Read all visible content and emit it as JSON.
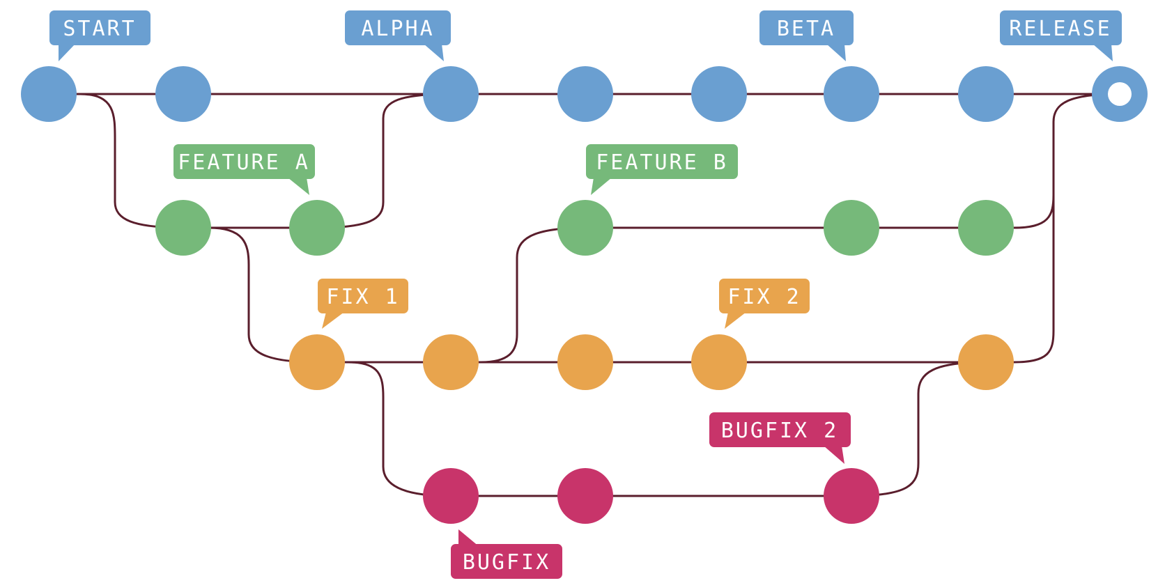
{
  "colors": {
    "main": "#6a9fd1",
    "feature": "#76b97a",
    "fix": "#e8a44d",
    "bugfix": "#c8346a",
    "edge": "#5a1e2c"
  },
  "labels": {
    "start": "START",
    "alpha": "ALPHA",
    "beta": "BETA",
    "release": "RELEASE",
    "feature_a": "FEATURE A",
    "feature_b": "FEATURE B",
    "fix_1": "FIX 1",
    "fix_2": "FIX 2",
    "bugfix": "BUGFIX",
    "bugfix_2": "BUGFIX 2"
  }
}
